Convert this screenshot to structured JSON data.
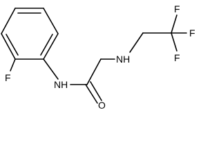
{
  "molecule": {
    "atoms": {
      "f_ring": "F",
      "amide_n": "NH",
      "amide_o": "O",
      "amine_n": "NH",
      "cf3_f_top": "F",
      "cf3_f_right": "F",
      "cf3_f_bottom": "F"
    },
    "colors": {
      "bond": "#000000",
      "label": "#000000",
      "background": "#ffffff"
    }
  }
}
